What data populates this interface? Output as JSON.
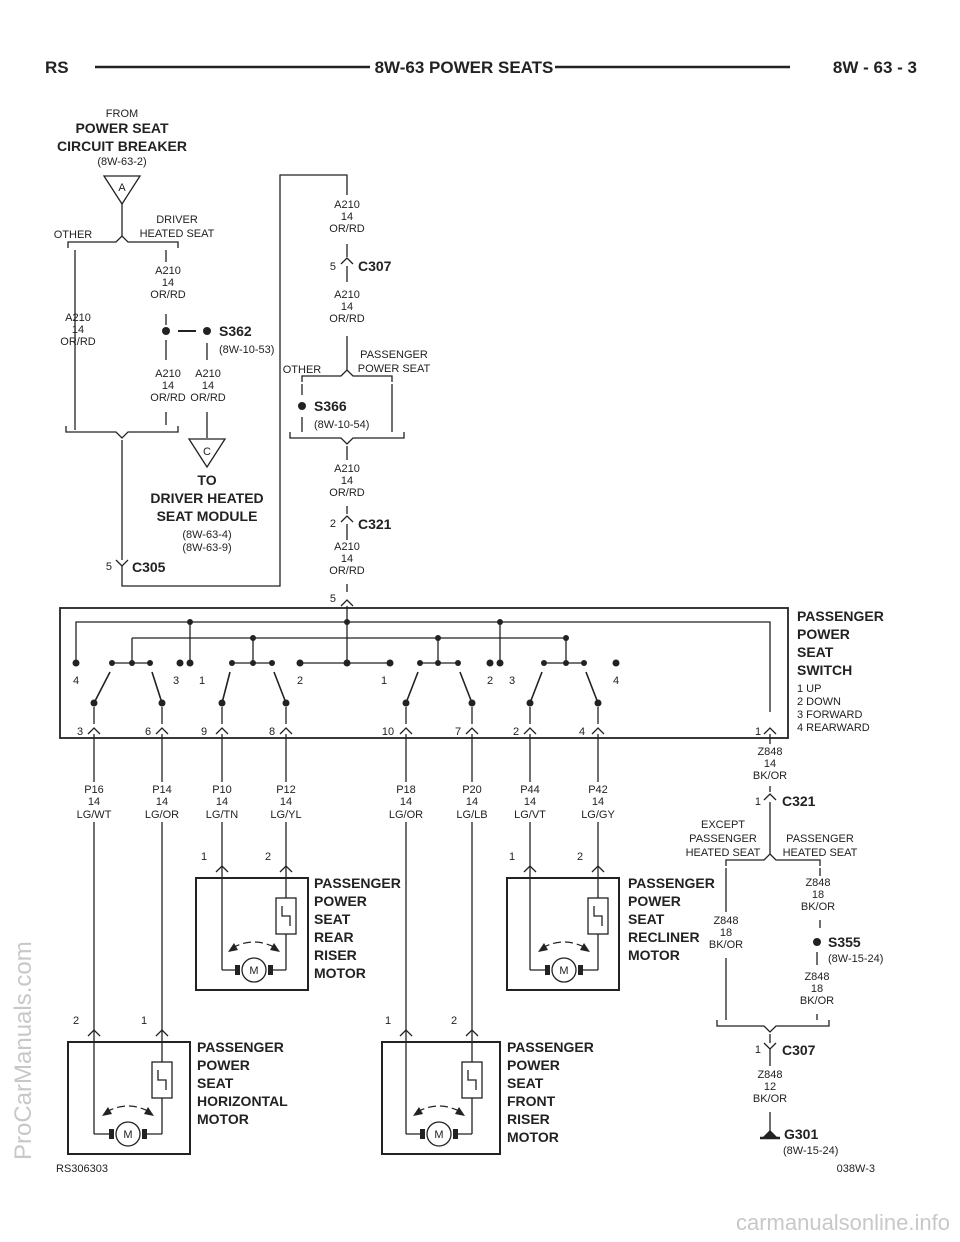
{
  "header": {
    "left": "RS",
    "title": "8W-63 POWER SEATS",
    "right": "8W - 63 - 3"
  },
  "footer": {
    "left": "RS306303",
    "right": "038W-3"
  },
  "watermarks": {
    "vertical": "ProCarManuals.com",
    "bottom": "carmanualsonline.info"
  },
  "source": {
    "from": "FROM",
    "name1": "POWER SEAT",
    "name2": "CIRCUIT BREAKER",
    "ref": "(8W-63-2)",
    "conn": "A"
  },
  "branch1": {
    "other": "OTHER",
    "driver1": "DRIVER",
    "driver2": "HEATED SEAT"
  },
  "wire_a210": {
    "code": "A210",
    "gauge": "14",
    "color": "OR/RD"
  },
  "s362": {
    "name": "S362",
    "ref": "(8W-10-53)"
  },
  "dest": {
    "conn": "C",
    "l1": "TO",
    "l2": "DRIVER HEATED",
    "l3": "SEAT MODULE",
    "ref1": "(8W-63-4)",
    "ref2": "(8W-63-9)"
  },
  "c305": {
    "name": "C305",
    "pin": "5"
  },
  "c307a": {
    "name": "C307",
    "pin": "5"
  },
  "branch2": {
    "other": "OTHER",
    "pass1": "PASSENGER",
    "pass2": "POWER SEAT"
  },
  "s366": {
    "name": "S366",
    "ref": "(8W-10-54)"
  },
  "c321a": {
    "name": "C321",
    "pin": "2"
  },
  "switch": {
    "in_pin": "5",
    "l1": "PASSENGER",
    "l2": "POWER",
    "l3": "SEAT",
    "l4": "SWITCH",
    "k1": "1 UP",
    "k2": "2 DOWN",
    "k3": "3 FORWARD",
    "k4": "4 REARWARD",
    "pos": [
      "4",
      "3",
      "1",
      "2",
      "1",
      "2",
      "3",
      "4"
    ],
    "pins": [
      "3",
      "6",
      "9",
      "8",
      "10",
      "7",
      "2",
      "4",
      "1"
    ]
  },
  "wires": [
    {
      "code": "P16",
      "gauge": "14",
      "color": "LG/WT"
    },
    {
      "code": "P14",
      "gauge": "14",
      "color": "LG/OR"
    },
    {
      "code": "P10",
      "gauge": "14",
      "color": "LG/TN"
    },
    {
      "code": "P12",
      "gauge": "14",
      "color": "LG/YL"
    },
    {
      "code": "P18",
      "gauge": "14",
      "color": "LG/OR"
    },
    {
      "code": "P20",
      "gauge": "14",
      "color": "LG/LB"
    },
    {
      "code": "P44",
      "gauge": "14",
      "color": "LG/VT"
    },
    {
      "code": "P42",
      "gauge": "14",
      "color": "LG/GY"
    }
  ],
  "ground_wire": {
    "code": "Z848",
    "gauge14": "14",
    "gauge18": "18",
    "gauge12": "12",
    "color": "BK/OR"
  },
  "c321b": {
    "name": "C321",
    "pin": "1"
  },
  "branch3": {
    "ex1": "EXCEPT",
    "ex2": "PASSENGER",
    "ex3": "HEATED SEAT",
    "ph1": "PASSENGER",
    "ph2": "HEATED SEAT"
  },
  "s355": {
    "name": "S355",
    "ref": "(8W-15-24)"
  },
  "c307b": {
    "name": "C307",
    "pin": "1"
  },
  "g301": {
    "name": "G301",
    "ref": "(8W-15-24)"
  },
  "motors": {
    "rear": {
      "lines": [
        "PASSENGER",
        "POWER",
        "SEAT",
        "REAR",
        "RISER",
        "MOTOR"
      ],
      "p1": "1",
      "p2": "2"
    },
    "recliner": {
      "lines": [
        "PASSENGER",
        "POWER",
        "SEAT",
        "RECLINER",
        "MOTOR"
      ],
      "p1": "1",
      "p2": "2"
    },
    "horizontal": {
      "lines": [
        "PASSENGER",
        "POWER",
        "SEAT",
        "HORIZONTAL",
        "MOTOR"
      ],
      "p1": "2",
      "p2": "1"
    },
    "front": {
      "lines": [
        "PASSENGER",
        "POWER",
        "SEAT",
        "FRONT",
        "RISER",
        "MOTOR"
      ],
      "p1": "1",
      "p2": "2"
    },
    "symbol": "M"
  }
}
